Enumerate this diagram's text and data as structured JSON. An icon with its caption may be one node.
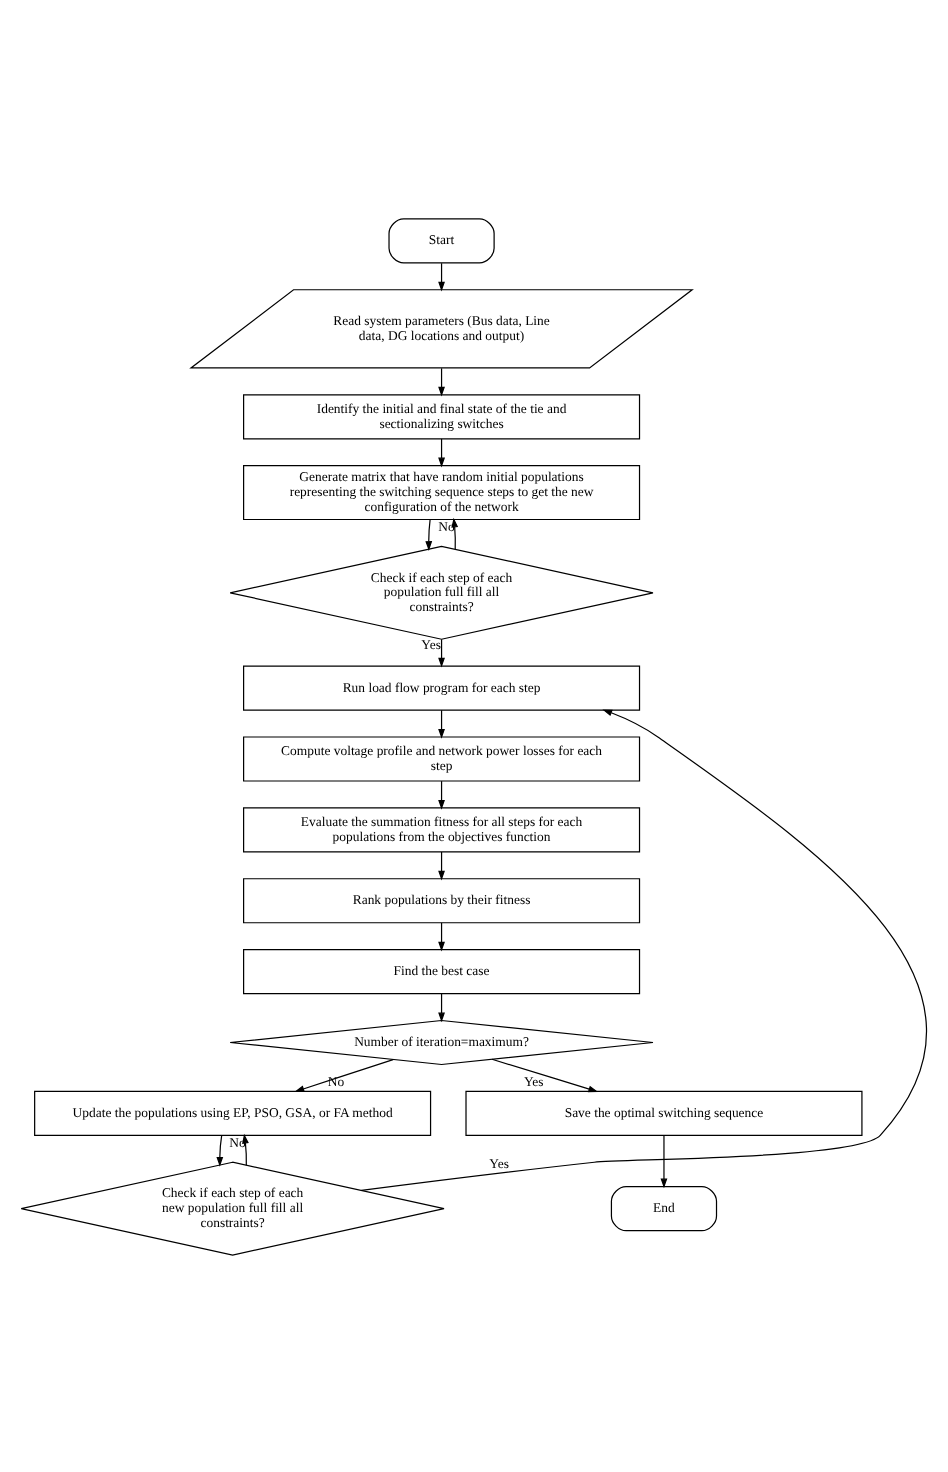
{
  "diagram": {
    "nodes": [
      {
        "text": [
          "Start"
        ]
      },
      {
        "text": [
          "Read system parameters (Bus data, Line data, DG locations and output)"
        ]
      },
      {
        "text": [
          "Identify the initial and final state of the tie and sectionalizing switches"
        ]
      },
      {
        "text": [
          "Generate matrix that have random initial populations representing the switching sequence steps to get the new configuration of the network"
        ]
      },
      {
        "text": [
          "Check if each step of each population full fill all constraints?"
        ]
      },
      {
        "text": [
          "Run load flow program for each step"
        ]
      },
      {
        "text": [
          "Compute voltage profile and network power losses for each step"
        ]
      },
      {
        "text": [
          "Evaluate the summation fitness for all steps for each populations from the objectives function"
        ]
      },
      {
        "text": [
          "Rank populations by their fitness"
        ]
      },
      {
        "text": [
          "Find the best case"
        ]
      },
      {
        "text": [
          "Number of iteration=maximum?"
        ]
      },
      {
        "text": [
          "Update the populations using EP, PSO, GSA, or FA method"
        ]
      },
      {
        "text": [
          "Check if each step of each new population full fill all constraints?"
        ]
      },
      {
        "text": [
          "Save the optimal switching sequence"
        ]
      },
      {
        "text": [
          "End"
        ]
      }
    ],
    "edges": [
      {
        "from": 0,
        "to": 1,
        "arrow": "to"
      },
      {
        "from": 1,
        "to": 2,
        "arrow": "to"
      },
      {
        "from": 2,
        "to": 3,
        "arrow": "to"
      },
      {
        "from": 3,
        "to": 4,
        "arrow": "to"
      },
      {
        "from": 4,
        "to": 3,
        "arrow": "to",
        "label": "No"
      },
      {
        "from": 4,
        "to": 5,
        "arrow": "to",
        "label": "Yes"
      },
      {
        "from": 5,
        "to": 6,
        "arrow": "to"
      },
      {
        "from": 6,
        "to": 7,
        "arrow": "to"
      },
      {
        "from": 7,
        "to": 8,
        "arrow": "to"
      },
      {
        "from": 8,
        "to": 9,
        "arrow": "to"
      },
      {
        "from": 9,
        "to": 10,
        "arrow": "to"
      },
      {
        "from": 10,
        "to": 13,
        "arrow": "to",
        "label": "Yes"
      },
      {
        "from": 10,
        "to": 11,
        "arrow": "to",
        "label": "No"
      },
      {
        "from": 11,
        "to": 12,
        "arrow": "to"
      },
      {
        "from": 12,
        "to": 11,
        "arrow": "to",
        "label": "No"
      },
      {
        "from": 12,
        "to": 5,
        "arrow": "to",
        "label": "Yes"
      },
      {
        "from": 13,
        "to": 14,
        "arrow": "to"
      }
    ]
  }
}
